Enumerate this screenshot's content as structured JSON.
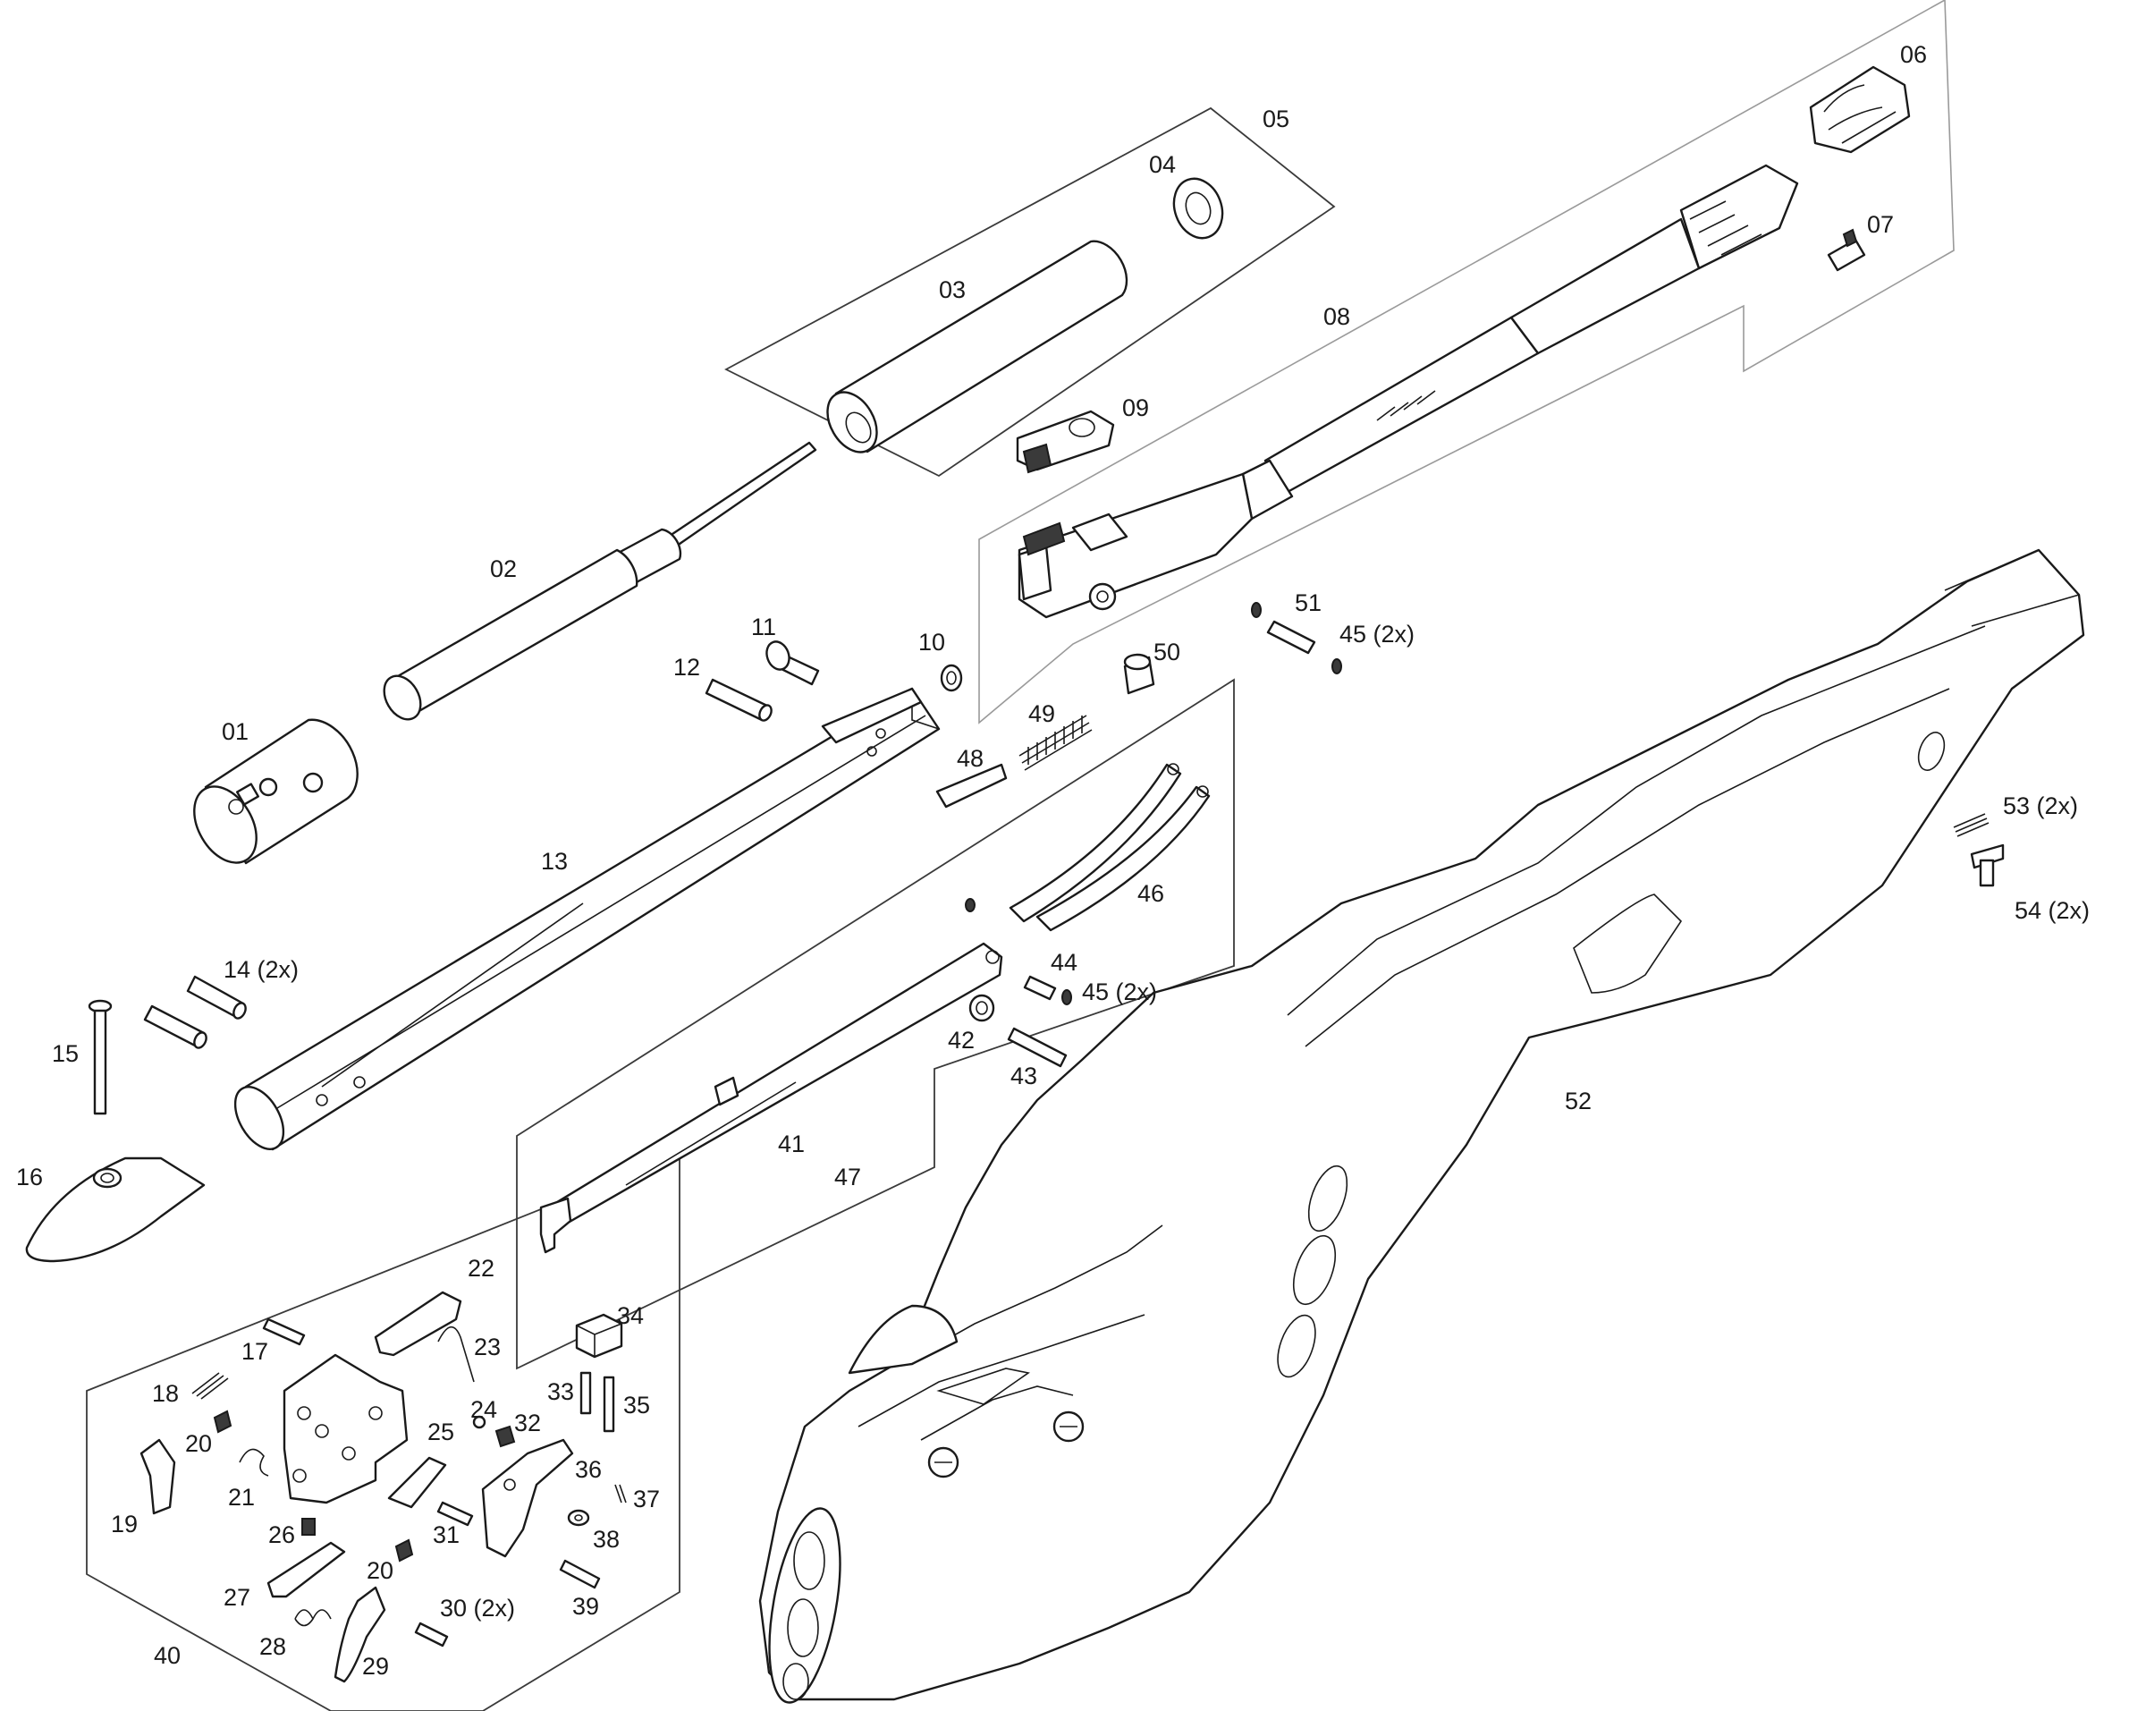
{
  "labels": {
    "p01": "01",
    "p02": "02",
    "p03": "03",
    "p04": "04",
    "p05": "05",
    "p06": "06",
    "p07": "07",
    "p08": "08",
    "p09": "09",
    "p10": "10",
    "p11": "11",
    "p12": "12",
    "p13": "13",
    "p14": "14 (2x)",
    "p15": "15",
    "p16": "16",
    "p17": "17",
    "p18": "18",
    "p19": "19",
    "p20a": "20",
    "p20b": "20",
    "p21": "21",
    "p22": "22",
    "p23": "23",
    "p24": "24",
    "p25": "25",
    "p26": "26",
    "p27": "27",
    "p28": "28",
    "p29": "29",
    "p30": "30 (2x)",
    "p31": "31",
    "p32": "32",
    "p33": "33",
    "p34": "34",
    "p35": "35",
    "p36": "36",
    "p37": "37",
    "p38": "38",
    "p39": "39",
    "p40": "40",
    "p41": "41",
    "p42": "42",
    "p43": "43",
    "p44": "44",
    "p45a": "45 (2x)",
    "p45b": "45 (2x)",
    "p46": "46",
    "p47": "47",
    "p48": "48",
    "p49": "49",
    "p50": "50",
    "p51": "51",
    "p52": "52",
    "p53": "53 (2x)",
    "p54": "54 (2x)"
  }
}
